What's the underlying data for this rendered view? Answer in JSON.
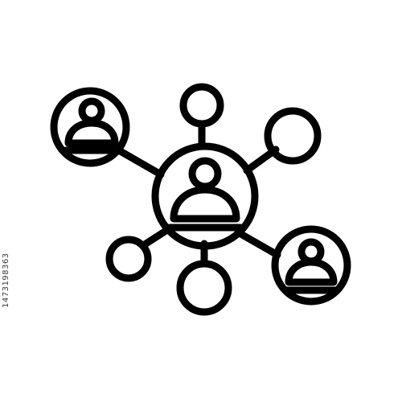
{
  "image_caption_id": "1473198363",
  "icon": {
    "name": "social-network-icon",
    "stroke_color": "#000000",
    "background_color": "#ffffff",
    "user_nodes": 3,
    "empty_nodes": 4
  }
}
